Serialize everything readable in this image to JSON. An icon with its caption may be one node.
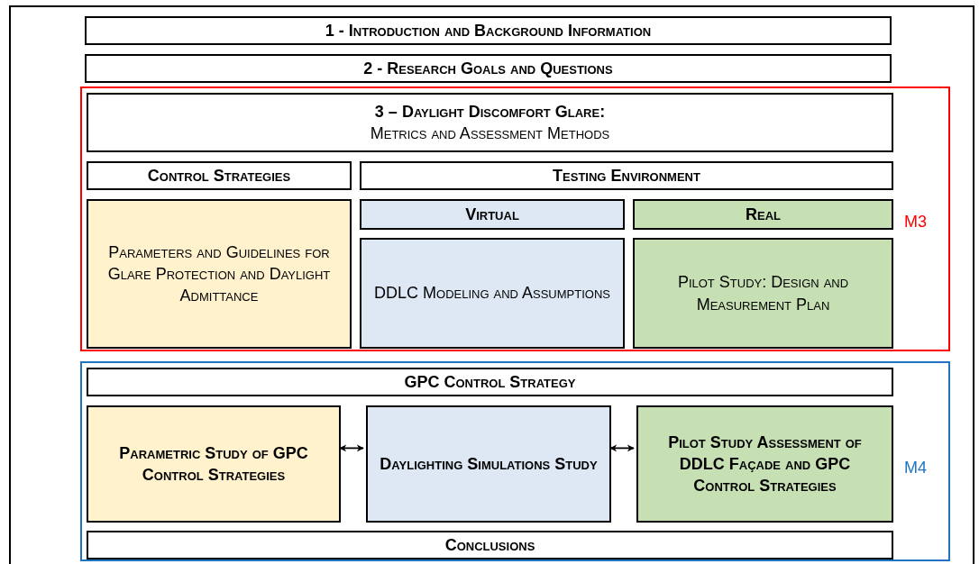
{
  "diagram": {
    "nodes": [
      {
        "text": [
          "1 - Introduction and Background Information"
        ]
      },
      {
        "text": [
          "2 - Research Goals and Questions"
        ]
      },
      {
        "text": [
          "M3"
        ]
      },
      {
        "text": [
          "3 – Daylight Discomfort Glare:",
          "Metrics and Assessment Methods"
        ],
        "in": 2
      },
      {
        "text": [
          "Control Strategies"
        ],
        "in": 2
      },
      {
        "text": [
          "Testing Environment"
        ],
        "in": 2
      },
      {
        "text": [
          "Parameters and Guidelines for Glare Protection and Daylight Admittance"
        ],
        "in": 2
      },
      {
        "text": [
          "Virtual"
        ],
        "in": 2
      },
      {
        "text": [
          "Real"
        ],
        "in": 2
      },
      {
        "text": [
          "DDLC Modeling and Assumptions"
        ],
        "in": 2
      },
      {
        "text": [
          "Pilot Study: Design and Measurement Plan"
        ],
        "in": 2
      },
      {
        "text": [
          "M4"
        ]
      },
      {
        "text": [
          "GPC Control Strategy"
        ],
        "in": 11
      },
      {
        "text": [
          "Parametric Study of GPC Control Strategies"
        ],
        "in": 11
      },
      {
        "text": [
          "Daylighting Simulations Study"
        ],
        "in": 11
      },
      {
        "text": [
          "Pilot Study Assessment of DDLC Façade and GPC Control Strategies"
        ],
        "in": 11
      },
      {
        "text": [
          "Conclusions"
        ],
        "in": 11
      }
    ],
    "edges": [
      {
        "from": 13,
        "to": 14,
        "arrow": "both"
      },
      {
        "from": 14,
        "to": 15,
        "arrow": "both"
      }
    ]
  }
}
